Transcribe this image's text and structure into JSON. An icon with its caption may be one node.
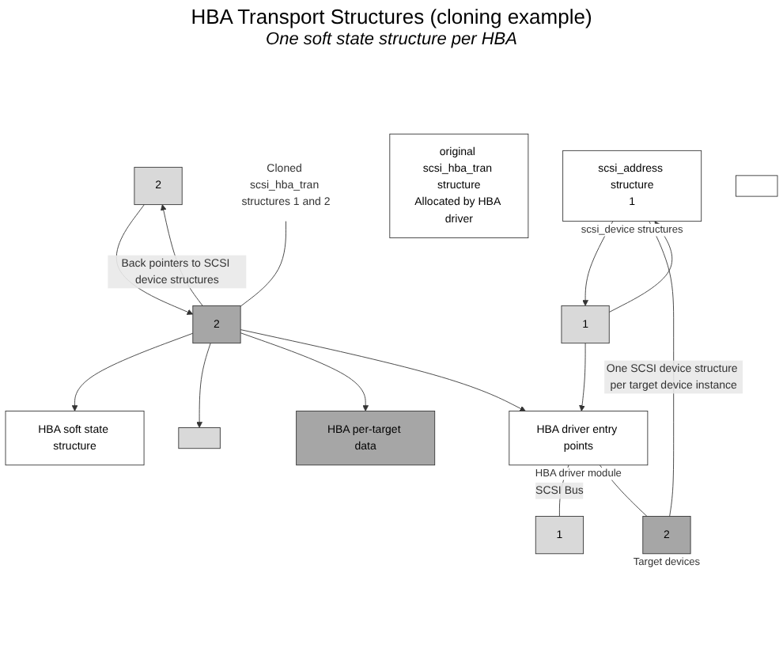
{
  "diagram": {
    "title": "HBA Transport Structures (cloning example)",
    "nodes": [
      {
        "text": [
          "scsi_address structure",
          "1"
        ],
        "beside": [
          "scsi_device structures"
        ]
      },
      {
        "text": [
          "2"
        ]
      },
      {
        "text": [
          "original scsi_hba_tran structure",
          "Allocated by HBA driver"
        ]
      },
      {
        "text": [
          "1"
        ]
      },
      {
        "text": [
          "2"
        ]
      },
      {
        "text": [
          "Cloned scsi_hba_tran structures 1 and 2"
        ]
      },
      {
        "text": [
          "HBA soft state structure"
        ]
      },
      {
        "text": [],
        "shape": "box"
      },
      {
        "text": [],
        "shape": "box"
      },
      {
        "text": [
          "HBA per-target data"
        ]
      },
      {
        "text": [
          "HBA driver entry points"
        ],
        "beside": [
          "HBA driver module"
        ]
      },
      {
        "text": [
          "1"
        ]
      },
      {
        "text": [
          "2"
        ],
        "beside": [
          "Target devices"
        ]
      }
    ],
    "edges": [
      {
        "from": 0,
        "to": 3,
        "arrow": "to"
      },
      {
        "from": 1,
        "to": 4,
        "arrow": "to"
      },
      {
        "from": 3,
        "to": 0,
        "arrow": "to"
      },
      {
        "from": 4,
        "to": 1,
        "arrow": "to",
        "label": "Back pointers to SCSI device structures"
      },
      {
        "from": 5,
        "to": 4,
        "arrow": "none"
      },
      {
        "from": 4,
        "to": 6,
        "arrow": "to"
      },
      {
        "from": 4,
        "to": 8,
        "arrow": "to"
      },
      {
        "from": 4,
        "to": 9,
        "arrow": "to"
      },
      {
        "from": 3,
        "to": 10,
        "arrow": "to"
      },
      {
        "from": 4,
        "to": 10,
        "arrow": "to"
      },
      {
        "from": 10,
        "to": 11,
        "arrow": "none",
        "label": "SCSI Bus"
      },
      {
        "from": 10,
        "to": 12,
        "arrow": "none"
      },
      {
        "from": 0,
        "to": 12,
        "arrow": "none",
        "label": "One SCSI device structure per target device instance"
      }
    ],
    "labels": [
      "One soft state structure per HBA"
    ]
  }
}
